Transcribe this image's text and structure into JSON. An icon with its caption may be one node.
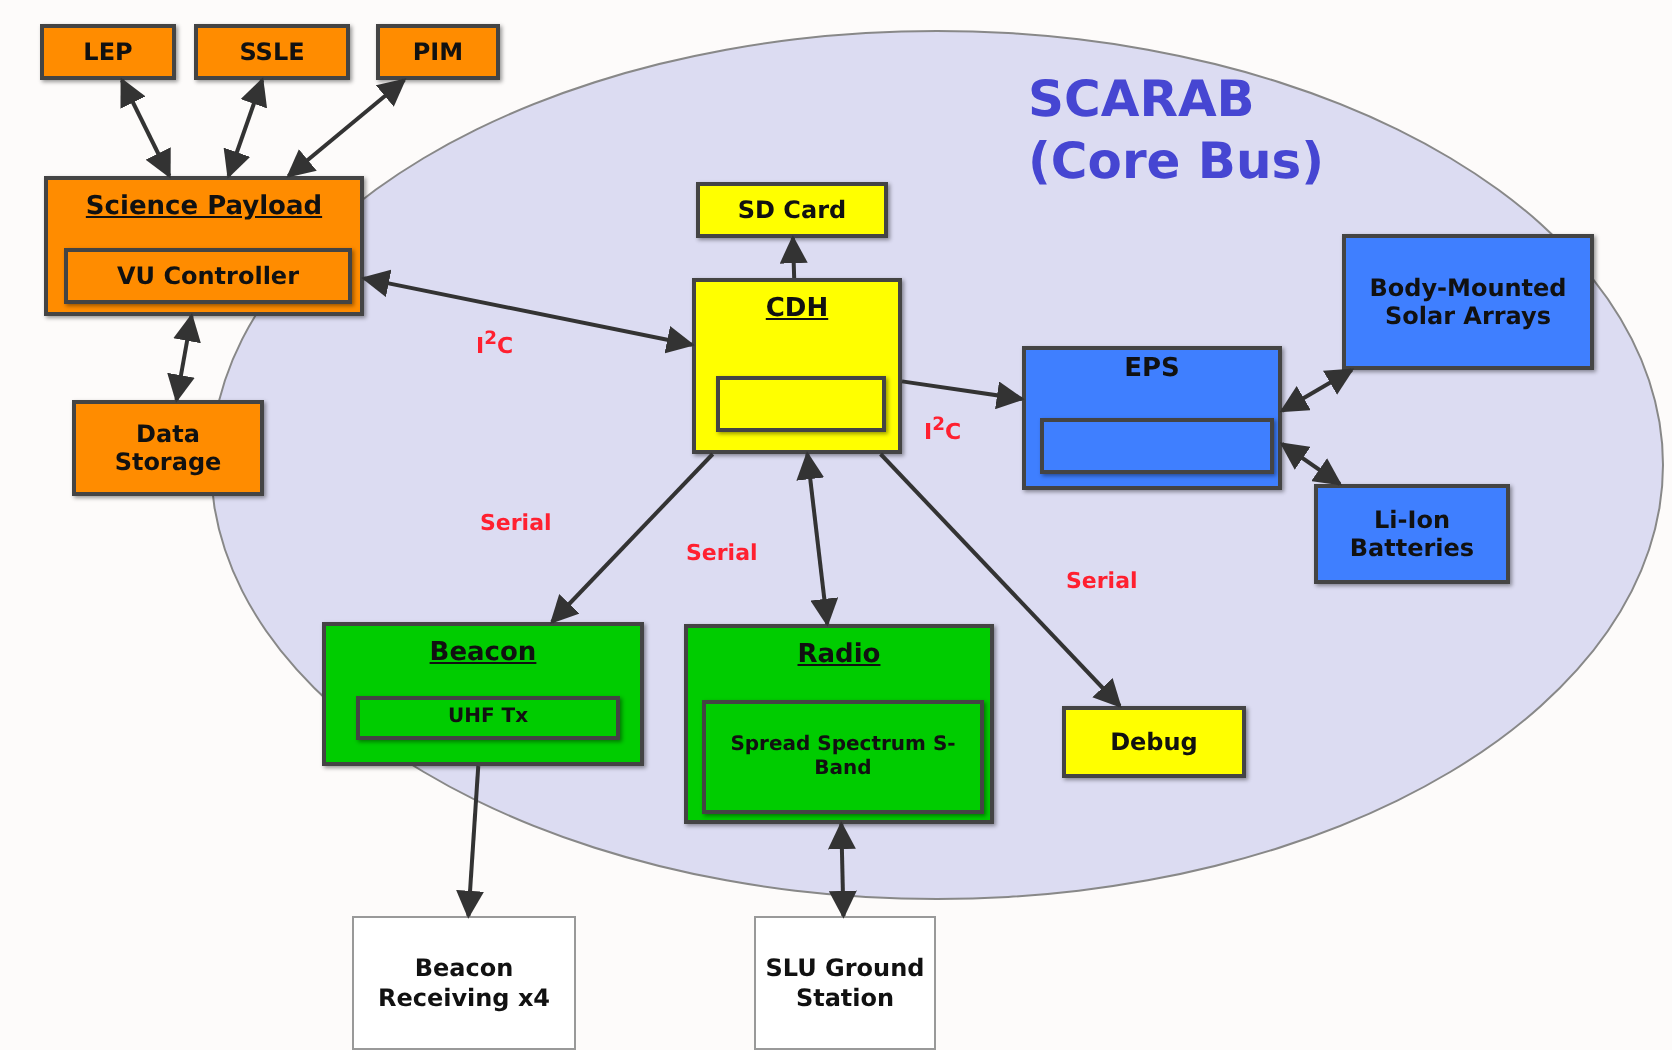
{
  "diagram": {
    "nodes": [
      {
        "text": [
          "SCARAB (Core Bus)"
        ]
      },
      {
        "text": [
          "LEP"
        ]
      },
      {
        "text": [
          "SSLE"
        ]
      },
      {
        "text": [
          "PIM"
        ]
      },
      {
        "text": [
          "Science Payload"
        ]
      },
      {
        "text": [
          "VU Controller"
        ],
        "in": 4
      },
      {
        "text": [
          "Data Storage"
        ]
      },
      {
        "text": [
          "SD Card"
        ],
        "in": 0
      },
      {
        "text": [
          "CDH"
        ],
        "in": 0
      },
      {
        "text": [],
        "shape": "box",
        "in": 8
      },
      {
        "text": [
          "EPS"
        ],
        "in": 0
      },
      {
        "text": [],
        "shape": "box",
        "in": 10
      },
      {
        "text": [
          "Body-Mounted Solar Arrays"
        ],
        "in": 0
      },
      {
        "text": [
          "Li-Ion Batteries"
        ],
        "in": 0
      },
      {
        "text": [
          "Beacon"
        ],
        "in": 0
      },
      {
        "text": [
          "UHF Tx"
        ],
        "in": 14
      },
      {
        "text": [
          "Radio"
        ],
        "in": 0
      },
      {
        "text": [
          "Spread Spectrum S-Band"
        ],
        "in": 16
      },
      {
        "text": [
          "Debug"
        ],
        "in": 0
      },
      {
        "text": [
          "Beacon Receiving x4"
        ]
      },
      {
        "text": [
          "SLU Ground Station"
        ]
      }
    ],
    "edges": [
      {
        "from": 1,
        "to": 4,
        "arrow": "both"
      },
      {
        "from": 2,
        "to": 4,
        "arrow": "both"
      },
      {
        "from": 3,
        "to": 4,
        "arrow": "both"
      },
      {
        "from": 4,
        "to": 8,
        "arrow": "both",
        "label": "I$^{2}$C"
      },
      {
        "from": 4,
        "to": 6,
        "arrow": "both"
      },
      {
        "from": 8,
        "to": 7,
        "arrow": "to"
      },
      {
        "from": 8,
        "to": 10,
        "arrow": "to",
        "label": "I$^{2}$C"
      },
      {
        "from": 10,
        "to": 12,
        "arrow": "both"
      },
      {
        "from": 10,
        "to": 13,
        "arrow": "both"
      },
      {
        "from": 8,
        "to": 14,
        "arrow": "to",
        "label": "Serial"
      },
      {
        "from": 8,
        "to": 16,
        "arrow": "both",
        "label": "Serial"
      },
      {
        "from": 8,
        "to": 18,
        "arrow": "to",
        "label": "Serial"
      },
      {
        "from": 14,
        "to": 19,
        "arrow": "to"
      },
      {
        "from": 16,
        "to": 20,
        "arrow": "both"
      }
    ]
  }
}
